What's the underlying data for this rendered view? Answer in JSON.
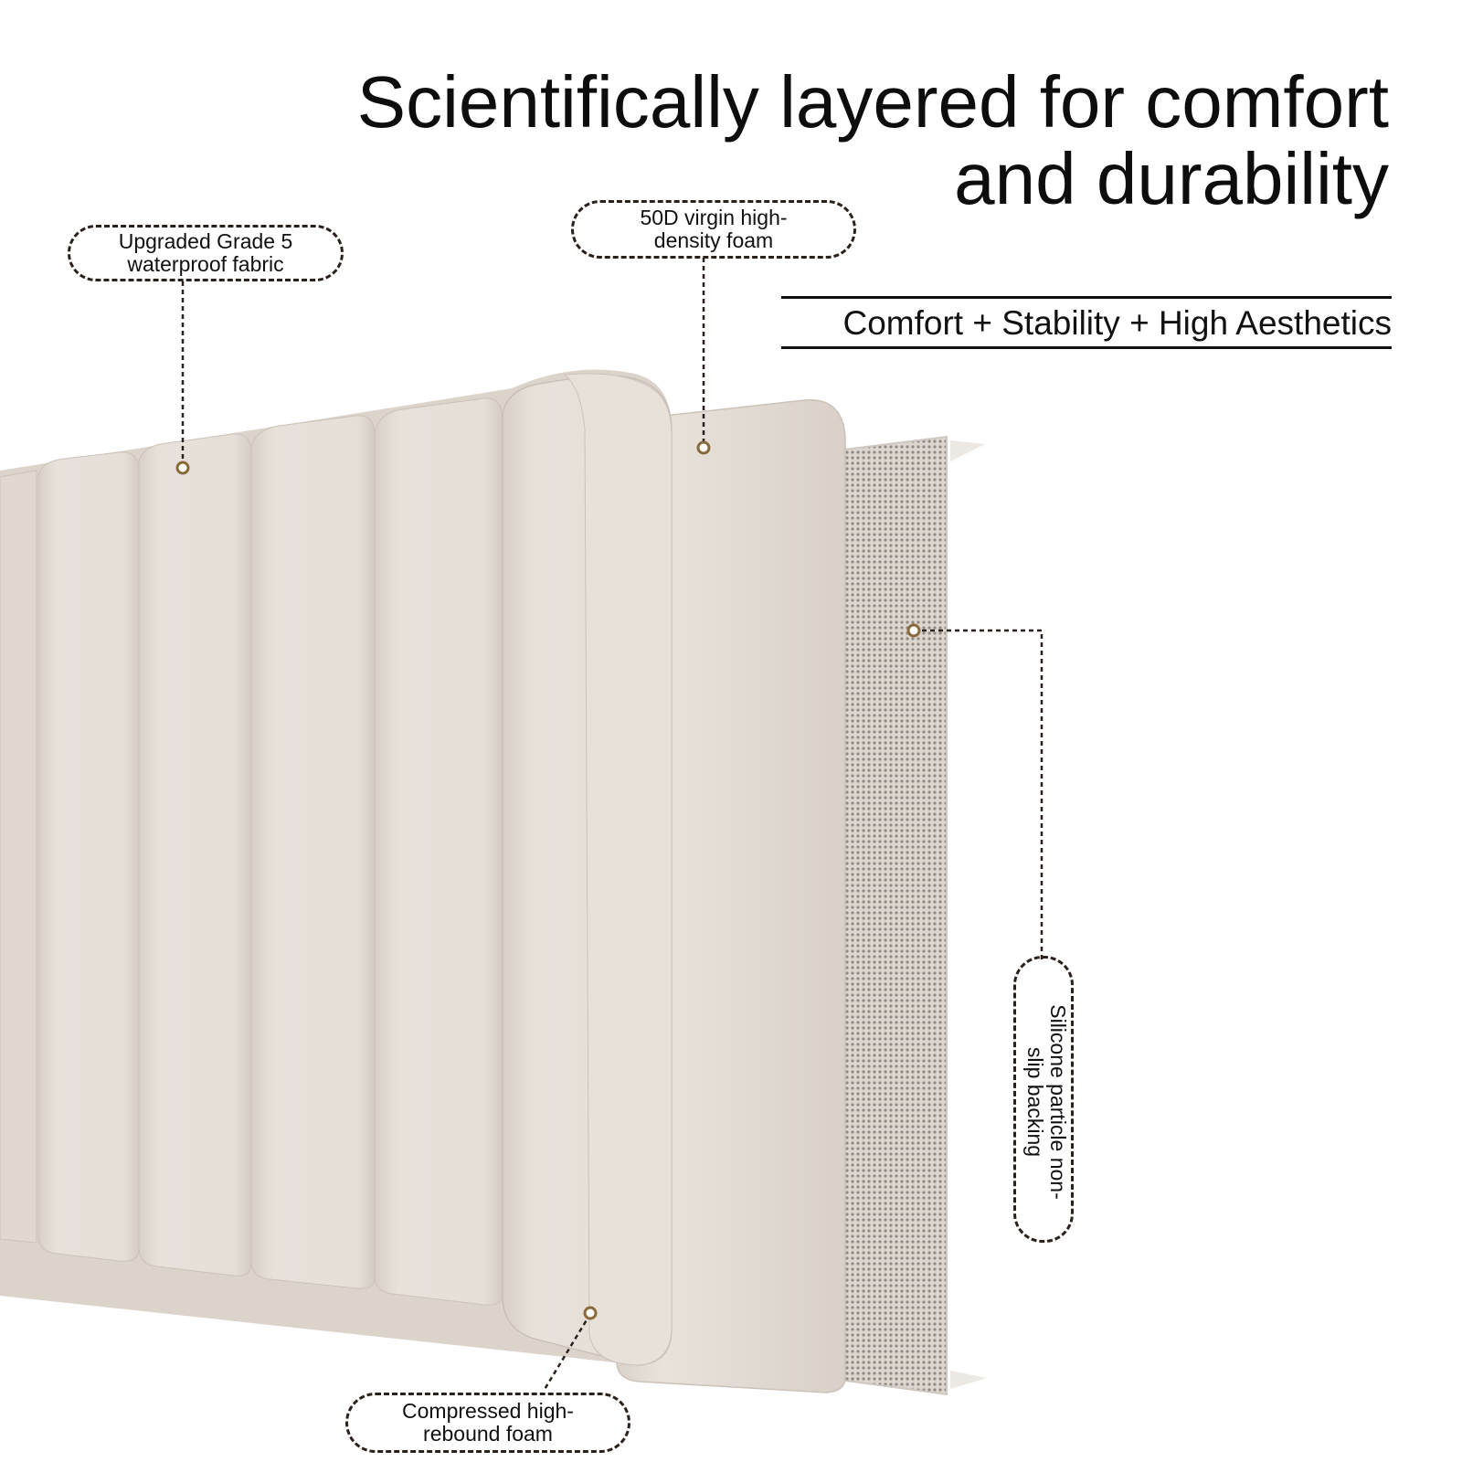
{
  "headline": {
    "line1": "Scientifically layered for comfort",
    "line2": "and durability"
  },
  "subheadline": "Comfort + Stability + High Aesthetics",
  "callouts": {
    "fabric": {
      "line1": "Upgraded Grade 5",
      "line2": "waterproof fabric"
    },
    "foam": {
      "line1": "50D virgin high-",
      "line2": "density foam"
    },
    "backing": {
      "line1": "Silicone particle non-",
      "line2": "slip backing"
    },
    "rebound": {
      "line1": "Compressed high-",
      "line2": "rebound foam"
    }
  },
  "colors": {
    "fabric": "#e7e0d9",
    "fabric_shadow": "#d3cbc2",
    "dashes": "#2b211c",
    "dot": "#8a6a3c",
    "backing": "#d9d3cc",
    "backing_dots": "#8f8983"
  }
}
